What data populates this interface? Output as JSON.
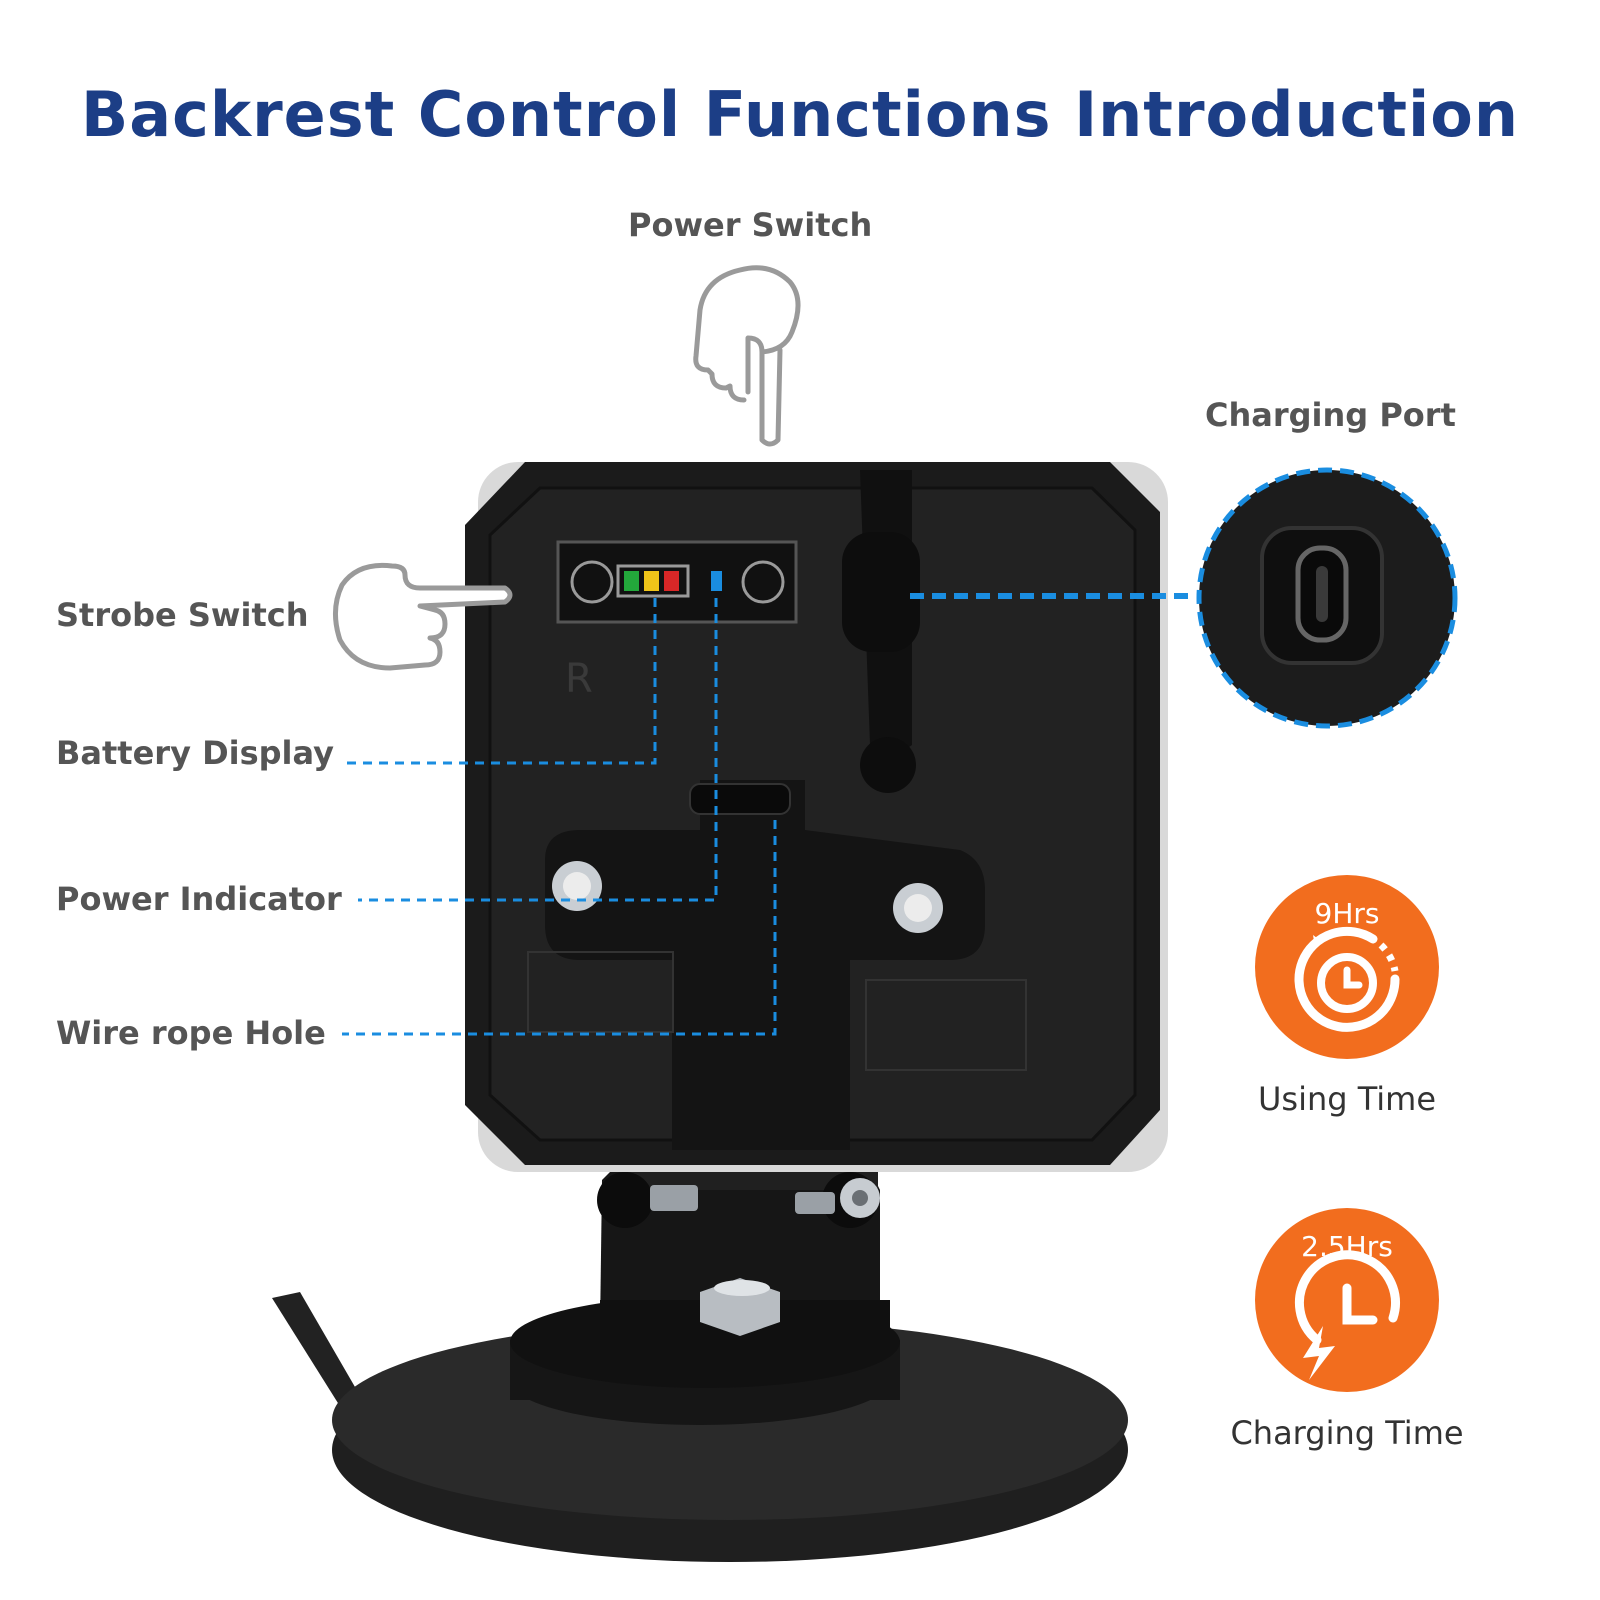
{
  "header": {
    "title": "Backrest Control Functions Introduction"
  },
  "callouts": {
    "power_switch": "Power Switch",
    "charging_port": "Charging Port",
    "strobe_switch": "Strobe Switch",
    "battery_display": "Battery Display",
    "power_indicator": "Power Indicator",
    "wire_rope_hole": "Wire rope Hole"
  },
  "specs": {
    "using": {
      "value": "9Hrs",
      "label": "Using Time",
      "icon": "timer-clock-icon"
    },
    "charging": {
      "value": "2.5Hrs",
      "label": "Charging Time",
      "icon": "lightning-clock-icon"
    }
  },
  "colors": {
    "title": "#1c3e86",
    "accent_orange": "#f26d1e",
    "leader_line_blue": "#1a8de0",
    "device_black": "#1b1b1b"
  },
  "device": {
    "side_mark": "R"
  }
}
